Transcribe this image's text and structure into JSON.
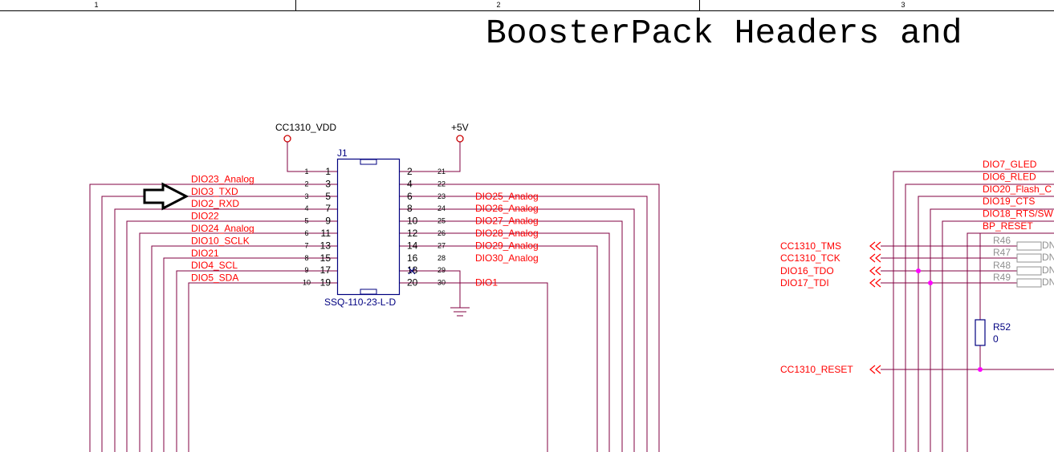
{
  "frame": {
    "zones": [
      "1",
      "2",
      "3"
    ]
  },
  "title": "BoosterPack Headers and",
  "power": {
    "left": "CC1310_VDD",
    "right": "+5V"
  },
  "connector": {
    "ref": "J1",
    "part": "SSQ-110-23-L-D",
    "left_pins": [
      "1",
      "3",
      "5",
      "7",
      "9",
      "11",
      "13",
      "15",
      "17",
      "19"
    ],
    "right_pins": [
      "2",
      "4",
      "6",
      "8",
      "10",
      "12",
      "14",
      "16",
      "18",
      "20"
    ],
    "left_ext": [
      "1",
      "2",
      "3",
      "4",
      "5",
      "6",
      "7",
      "8",
      "9",
      "10"
    ],
    "right_ext": [
      "21",
      "22",
      "23",
      "24",
      "25",
      "26",
      "27",
      "28",
      "29",
      "30"
    ]
  },
  "left_nets": [
    "DIO23_Analog",
    "DIO3_TXD",
    "DIO2_RXD",
    "DIO22",
    "DIO24_Analog",
    "DIO10_SCLK",
    "DIO21",
    "DIO4_SCL",
    "DIO5_SDA"
  ],
  "right_nets": [
    "DIO25_Analog",
    "DIO26_Analog",
    "DIO27_Analog",
    "DIO28_Analog",
    "DIO29_Analog",
    "DIO30_Analog",
    "DIO1"
  ],
  "far_right_nets": [
    "DIO7_GLED",
    "DIO6_RLED",
    "DIO20_Flash_C",
    "DIO19_CTS",
    "DIO18_RTS/SW",
    "BP_RESET"
  ],
  "ports": [
    "CC1310_TMS",
    "CC1310_TCK",
    "DIO16_TDO",
    "DIO17_TDI"
  ],
  "reset_port": "CC1310_RESET",
  "resistors": [
    "R46",
    "R47",
    "R48",
    "R49"
  ],
  "dnp_labels": [
    "DN",
    "DN",
    "DN",
    "DN"
  ],
  "r52": {
    "ref": "R52",
    "value": "0"
  },
  "colors": {
    "wire": "#800040",
    "net_label": "#ff0000",
    "component": "#000080",
    "junction": "#ff00ff",
    "power": "#cc0000",
    "frame": "#000000",
    "dnp": "#909090"
  }
}
